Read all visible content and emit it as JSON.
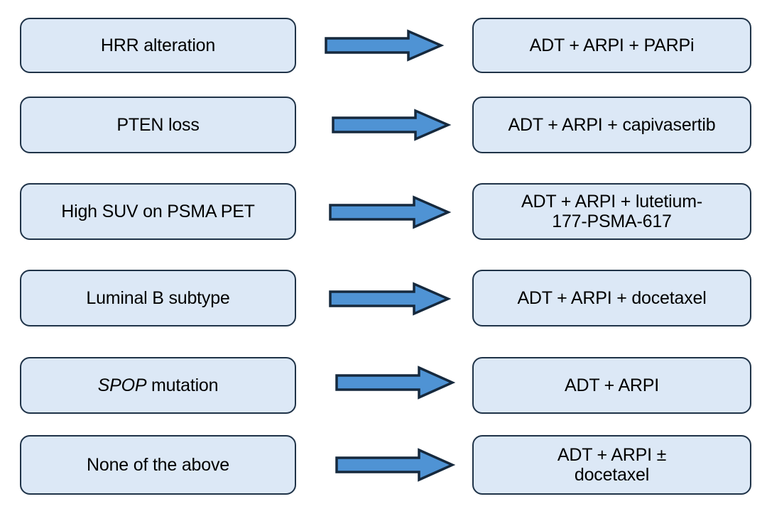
{
  "diagram": {
    "type": "flow-mapping",
    "title": "",
    "colors": {
      "node_fill": "#dce8f6",
      "node_border": "#1f3348",
      "arrow_fill": "#4f93d4",
      "arrow_border": "#16293d",
      "background": "#ffffff",
      "text": "#000000"
    },
    "rows": [
      {
        "biomarker": "HRR alteration",
        "biomarker_italic_prefix": "",
        "treatment": "ADT + ARPI + PARPi",
        "arrow": "right-arrow-icon"
      },
      {
        "biomarker": "PTEN loss",
        "biomarker_italic_prefix": "",
        "treatment": "ADT + ARPI + capivasertib",
        "arrow": "right-arrow-icon"
      },
      {
        "biomarker": "High SUV on PSMA PET",
        "biomarker_italic_prefix": "",
        "treatment": "ADT + ARPI + lutetium-\n177-PSMA-617",
        "arrow": "right-arrow-icon"
      },
      {
        "biomarker": "Luminal B subtype",
        "biomarker_italic_prefix": "",
        "treatment": "ADT + ARPI + docetaxel",
        "arrow": "right-arrow-icon"
      },
      {
        "biomarker": " mutation",
        "biomarker_italic_prefix": "SPOP",
        "treatment": "ADT + ARPI",
        "arrow": "right-arrow-icon"
      },
      {
        "biomarker": "None of the above",
        "biomarker_italic_prefix": "",
        "treatment": "ADT + ARPI ±\ndocetaxel",
        "arrow": "right-arrow-icon"
      }
    ]
  }
}
